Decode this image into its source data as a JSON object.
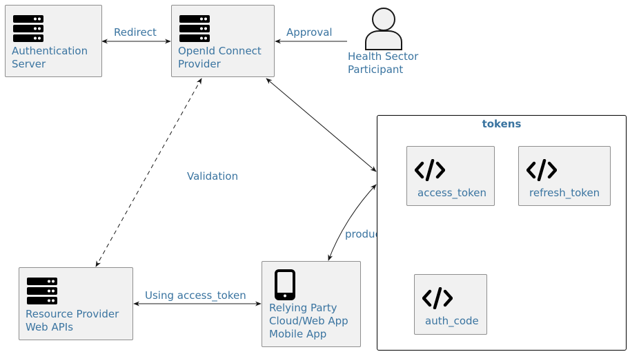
{
  "nodes": {
    "auth_server": {
      "label": "Authentication\nServer",
      "icon": "server-icon"
    },
    "oidc_provider": {
      "label": "OpenId Connect\nProvider",
      "icon": "server-icon"
    },
    "participant": {
      "label": "Health Sector\nParticipant",
      "icon": "person-icon"
    },
    "resource_provider": {
      "label": "Resource Provider\nWeb APIs",
      "icon": "server-icon"
    },
    "relying_party": {
      "label": "Relying Party\nCloud/Web App\nMobile App",
      "icon": "mobile-phone-icon"
    },
    "tokens_group": {
      "title": "tokens"
    },
    "access_token": {
      "label": "access_token",
      "icon": "code-icon"
    },
    "refresh_token": {
      "label": "refresh_token",
      "icon": "code-icon"
    },
    "auth_code": {
      "label": "auth_code",
      "icon": "code-icon"
    }
  },
  "edges": {
    "redirect": "Redirect",
    "approval": "Approval",
    "validation": "Validation",
    "produces": "produces",
    "using_access_token": "Using access_token"
  },
  "colors": {
    "label": "#3a74a0",
    "node_fill": "#f1f1f1",
    "node_border": "#8e8e8e",
    "edge": "#181818"
  }
}
